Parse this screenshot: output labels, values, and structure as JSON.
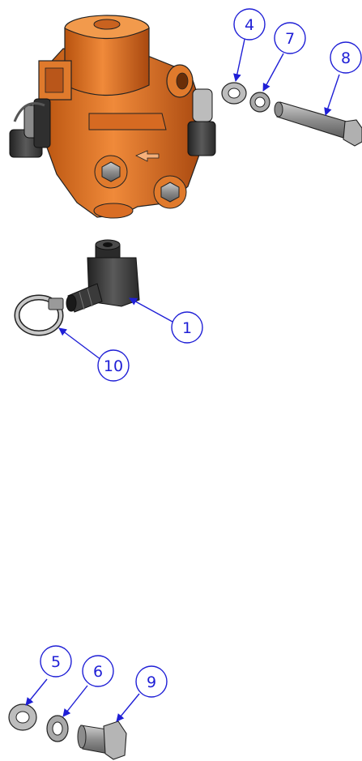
{
  "diagram": {
    "callouts": [
      {
        "id": "callout-1",
        "label": "1"
      },
      {
        "id": "callout-4",
        "label": "4"
      },
      {
        "id": "callout-5",
        "label": "5"
      },
      {
        "id": "callout-6",
        "label": "6"
      },
      {
        "id": "callout-7",
        "label": "7"
      },
      {
        "id": "callout-8",
        "label": "8"
      },
      {
        "id": "callout-9",
        "label": "9"
      },
      {
        "id": "callout-10",
        "label": "10"
      }
    ],
    "colors": {
      "callout": "#1f1fd6",
      "valve_body": "#d9691e",
      "valve_shadow": "#a8480f",
      "metal": "#9a9a9a",
      "dark_part": "#3a3a3a"
    }
  }
}
